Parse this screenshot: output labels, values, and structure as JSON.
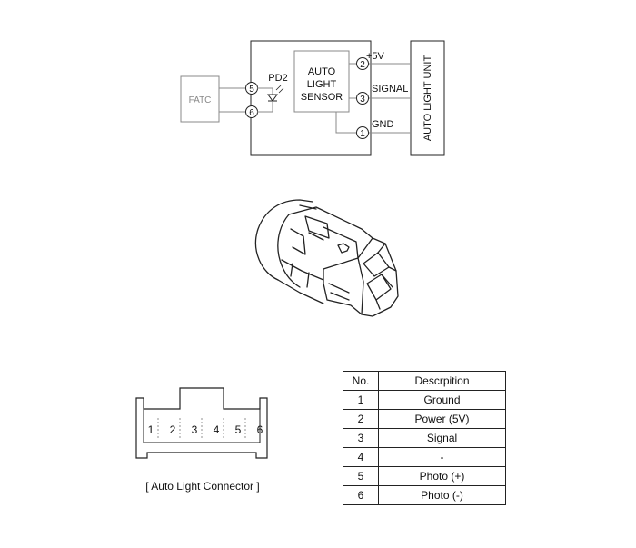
{
  "schematic": {
    "fatc_label": "FATC",
    "pd2_label": "PD2",
    "sensor_line1": "AUTO",
    "sensor_line2": "LIGHT",
    "sensor_line3": "SENSOR",
    "plus5v_label": "+5V",
    "signal_label": "SIGNAL",
    "gnd_label": "GND",
    "unit_label": "AUTO LIGHT UNIT",
    "pins": [
      "5",
      "6",
      "2",
      "3",
      "1"
    ]
  },
  "connector": {
    "pins": [
      "1",
      "2",
      "3",
      "4",
      "5",
      "6"
    ],
    "caption": "[ Auto Light Connector ]"
  },
  "pin_table": {
    "headers": [
      "No.",
      "Descrpition"
    ],
    "rows": [
      {
        "no": "1",
        "desc": "Ground"
      },
      {
        "no": "2",
        "desc": "Power (5V)"
      },
      {
        "no": "3",
        "desc": "Signal"
      },
      {
        "no": "4",
        "desc": "-"
      },
      {
        "no": "5",
        "desc": "Photo (+)"
      },
      {
        "no": "6",
        "desc": "Photo (-)"
      }
    ]
  }
}
